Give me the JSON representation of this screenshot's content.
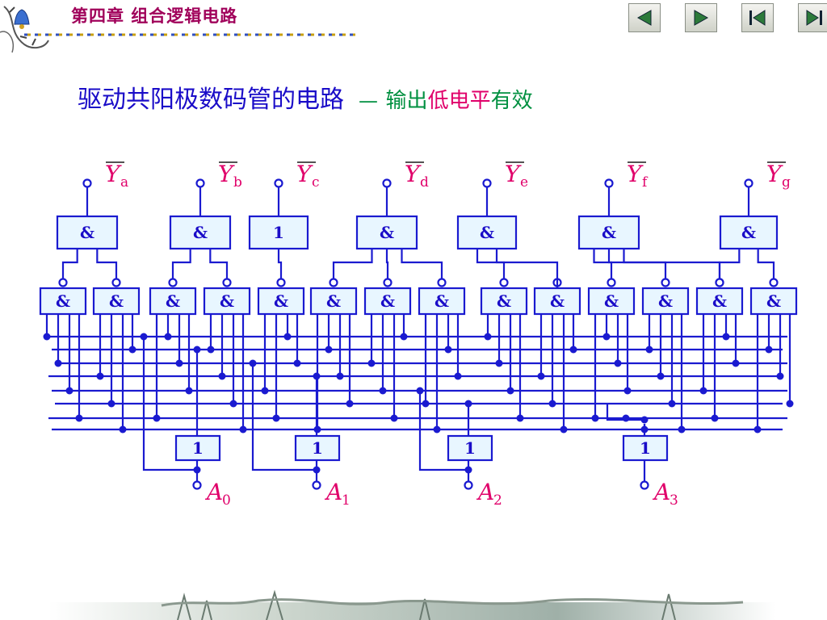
{
  "header": {
    "chapter_title": "第四章  组合逻辑电路"
  },
  "nav": {
    "buttons": [
      {
        "name": "prev-button",
        "icon": "triangle-left-icon"
      },
      {
        "name": "next-button",
        "icon": "triangle-right-icon"
      },
      {
        "name": "first-button",
        "icon": "skip-first-icon"
      },
      {
        "name": "last-button",
        "icon": "skip-last-icon"
      }
    ]
  },
  "slide": {
    "title_main": "驱动共阳极数码管的电路",
    "title_dash": "—",
    "title_part1": "输出",
    "title_part2": "低电平",
    "title_part3": "有效"
  },
  "diagram": {
    "wire_color": "#1a1ad0",
    "gate_fill": "#e8f6ff",
    "gate_stroke": "#1a1ad0",
    "output_letter": "Y",
    "input_letter": "A",
    "outputs": [
      {
        "sub": "a",
        "gate": "&"
      },
      {
        "sub": "b",
        "gate": "&"
      },
      {
        "sub": "c",
        "gate": "1"
      },
      {
        "sub": "d",
        "gate": "&"
      },
      {
        "sub": "e",
        "gate": "&"
      },
      {
        "sub": "f",
        "gate": "&"
      },
      {
        "sub": "g",
        "gate": "&"
      }
    ],
    "row2_gate_label": "&",
    "row2_count": 14,
    "inputs": [
      {
        "sub": "0",
        "gate": "1"
      },
      {
        "sub": "1",
        "gate": "1"
      },
      {
        "sub": "2",
        "gate": "1"
      },
      {
        "sub": "3",
        "gate": "1"
      }
    ]
  }
}
